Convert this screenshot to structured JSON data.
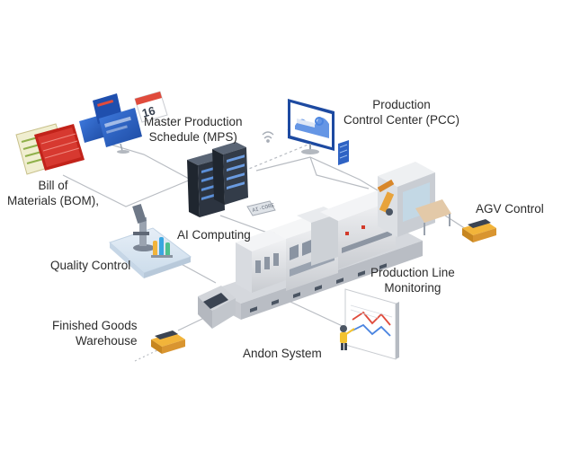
{
  "labels": {
    "mps": [
      "Master Production",
      "Schedule (MPS)"
    ],
    "pcc": [
      "Production",
      "Control Center (PCC)"
    ],
    "bom": [
      "Bill of",
      "Materials (BOM),"
    ],
    "ai": "AI Computing",
    "agv": "AGV Control",
    "qc": "Quality Control",
    "plm": [
      "Production Line",
      "Monitoring"
    ],
    "fgw": [
      "Finished Goods",
      "Warehouse"
    ],
    "andon": "Andon System"
  },
  "icons": {
    "calendar_number": "16"
  },
  "colors": {
    "label_text": "#2b2b2b",
    "connector": "#b8bcc2",
    "platform": "#dbe7f2",
    "machine_body": "#e4e6e9",
    "server_dark": "#2c3440",
    "screen_blue": "#2f63c4",
    "accent_red": "#d23a2a",
    "agv_orange": "#e8a33b"
  }
}
